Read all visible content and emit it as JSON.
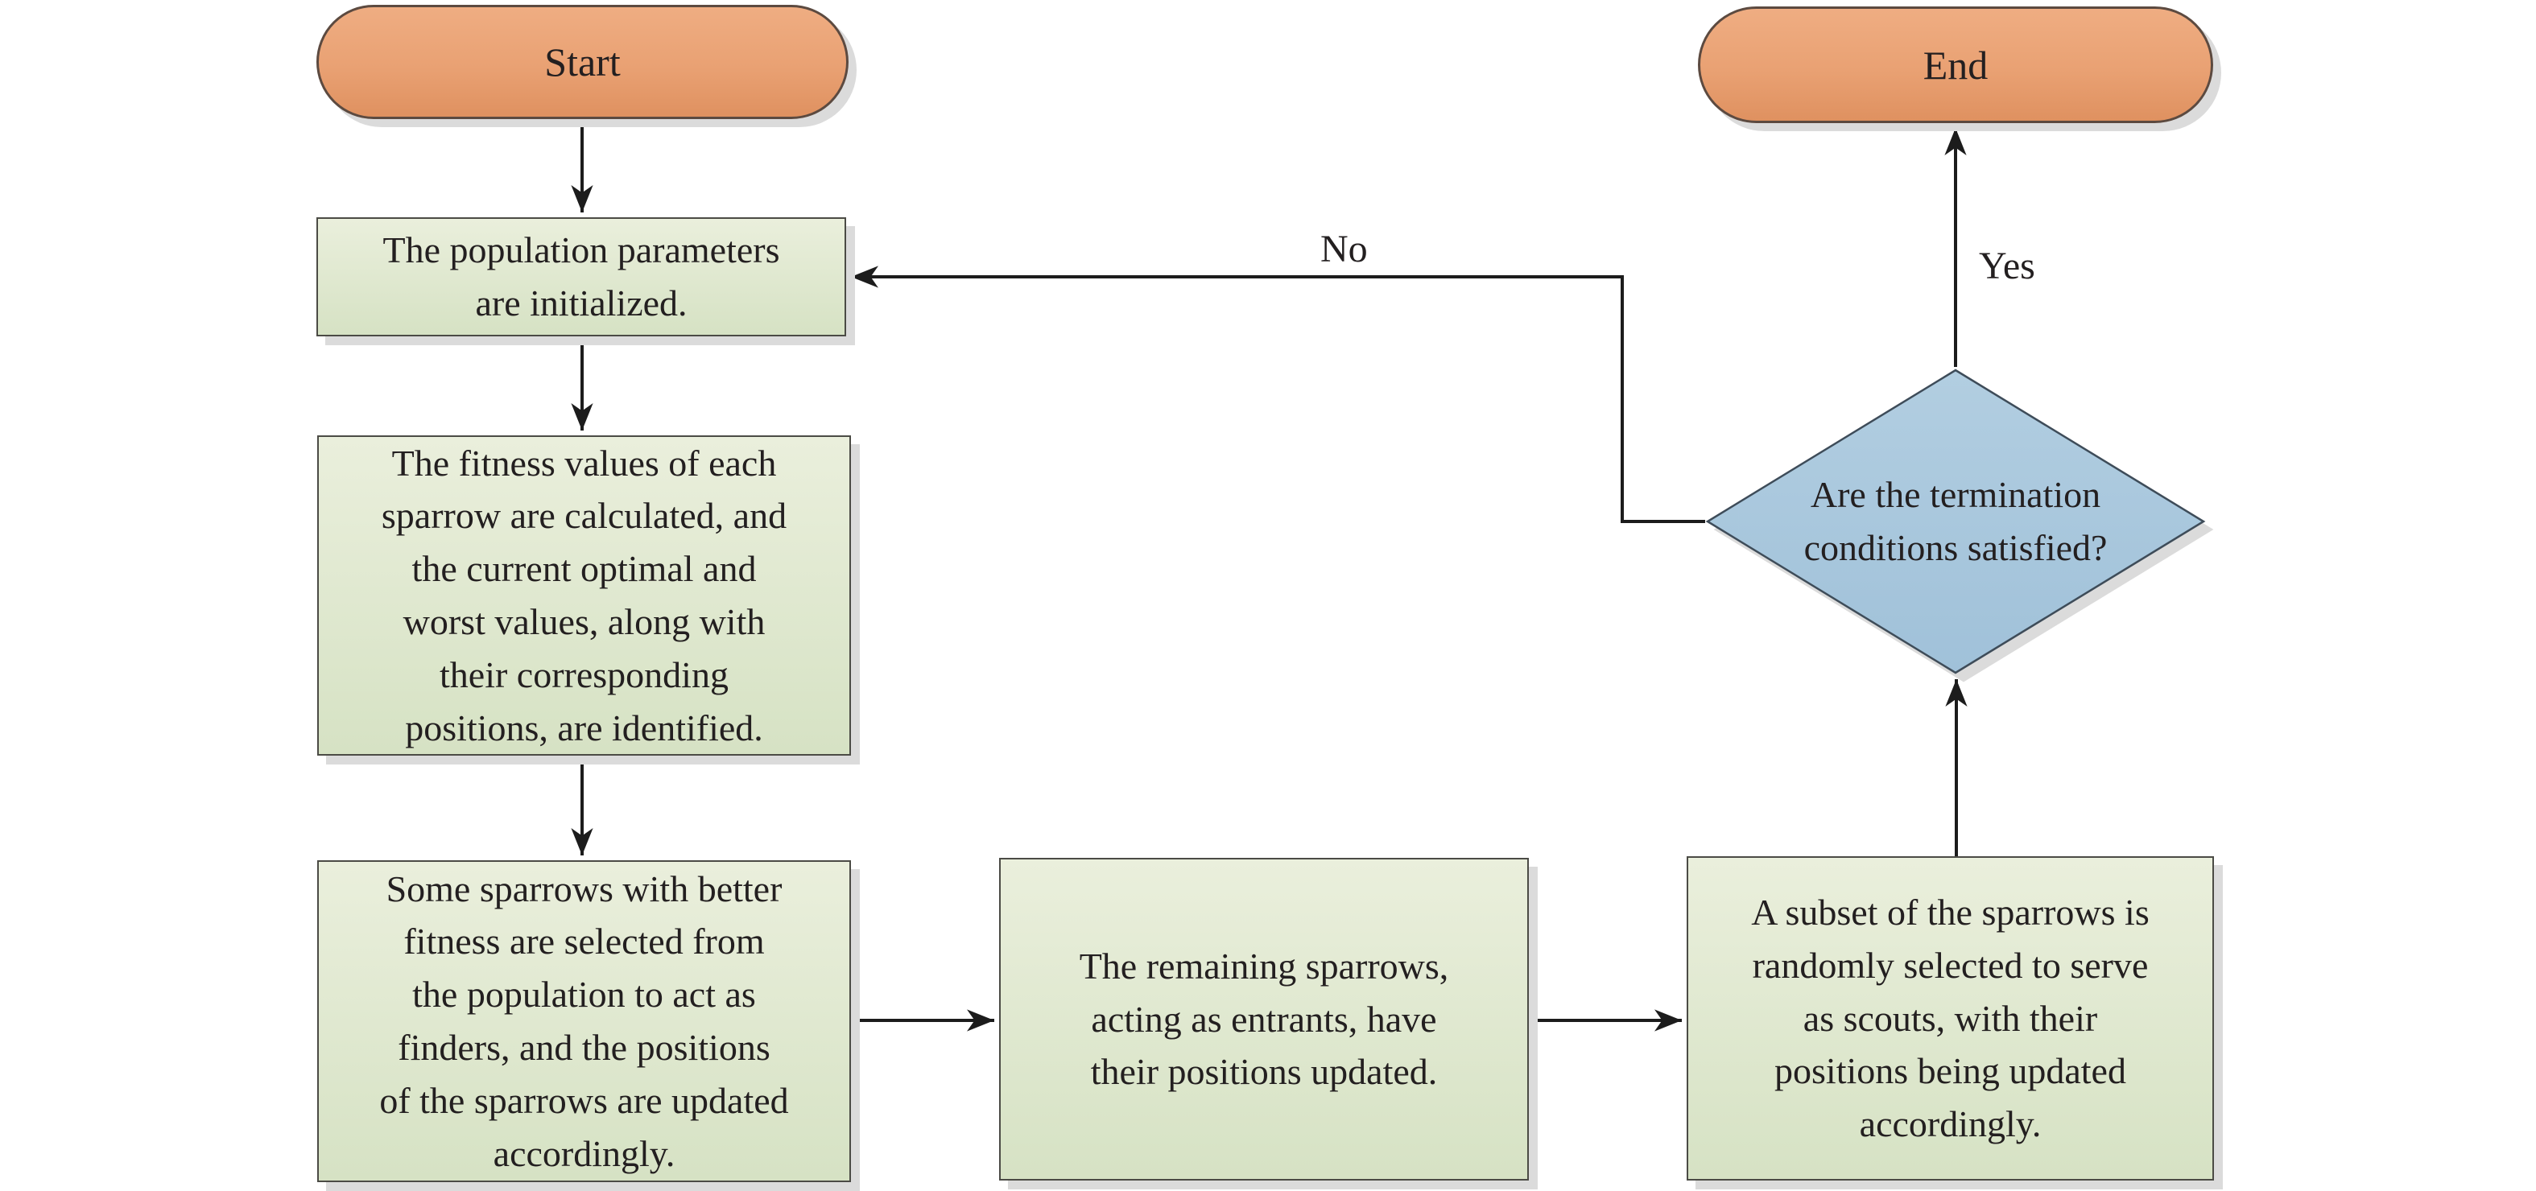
{
  "flowchart": {
    "nodes": {
      "start": {
        "label": "Start"
      },
      "init": {
        "label": "The population parameters\nare initialized."
      },
      "fitness": {
        "label": "The fitness values of each\nsparrow are calculated, and\nthe current optimal and\nworst values, along with\ntheir corresponding\npositions, are identified."
      },
      "finders": {
        "label": "Some sparrows with better\nfitness are selected from\nthe population to act as\nfinders, and the positions\nof the sparrows are updated\naccordingly."
      },
      "entrants": {
        "label": "The remaining sparrows,\nacting as entrants, have\ntheir positions updated."
      },
      "scouts": {
        "label": "A subset of the sparrows is\nrandomly selected to serve\nas scouts, with their\npositions being updated\naccordingly."
      },
      "decision": {
        "label": "Are the termination\nconditions satisfied?"
      },
      "end": {
        "label": "End"
      }
    },
    "edge_labels": {
      "yes": "Yes",
      "no": "No"
    },
    "colors": {
      "background": "#FFFFFF",
      "terminal_top": "#EFAD82",
      "terminal_mid": "#E9A173",
      "terminal_bottom": "#DF9160",
      "terminal_border": "#5C4A40",
      "process_top": "#EAEFDC",
      "process_bottom": "#D6E2C4",
      "process_border": "#4B4B45",
      "decision_top": "#B2CEE1",
      "decision_bottom": "#A0C1D9",
      "decision_border": "#3E4C59",
      "line": "#1C1C1C",
      "text": "#231F20",
      "shadow": "#DBDBDB"
    }
  }
}
